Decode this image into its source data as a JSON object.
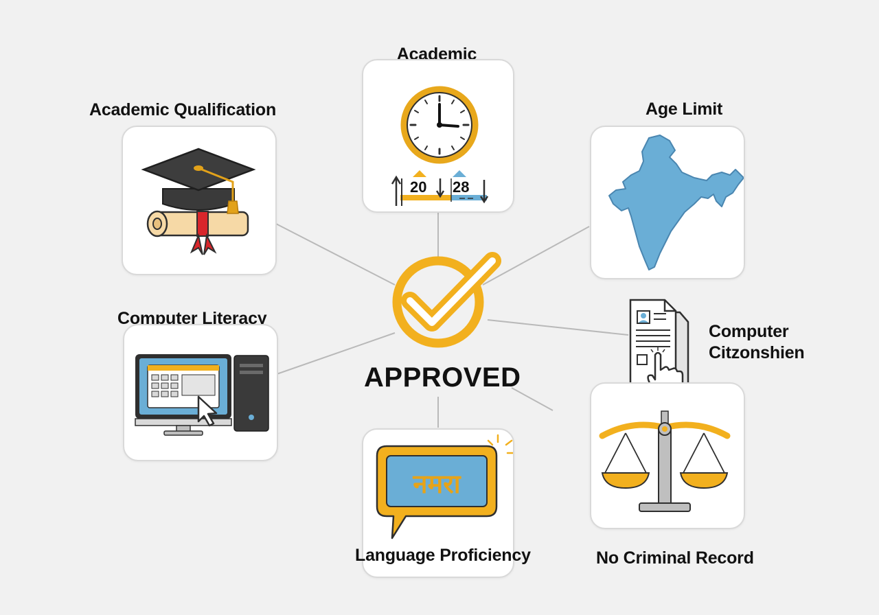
{
  "diagram": {
    "center": {
      "label": "APPROVED"
    },
    "nodes": [
      {
        "id": "grad",
        "label": "Academic Qualification",
        "icon": "graduation-cap-diploma-icon"
      },
      {
        "id": "clock",
        "label": "Academic\nQualification",
        "icon": "clock-timeline-icon",
        "timeline": {
          "start": "20",
          "end": "28"
        }
      },
      {
        "id": "map",
        "label": "Age Limit",
        "icon": "india-map-icon"
      },
      {
        "id": "computer",
        "label": "Computer Literacy",
        "icon": "desktop-computer-icon"
      },
      {
        "id": "document",
        "label": "Computer\nCitzonshien",
        "icon": "document-hand-pointer-icon"
      },
      {
        "id": "language",
        "label": "Language Proficiency",
        "icon": "speech-bubble-icon",
        "bubble_text": "नमरा"
      },
      {
        "id": "scale",
        "label": "No Criminal Record",
        "icon": "balance-scale-icon"
      }
    ]
  },
  "colors": {
    "accent": "#f2b01e",
    "blue": "#6aaed6",
    "line": "#b9b9b9",
    "dark": "#2f2f2f"
  }
}
